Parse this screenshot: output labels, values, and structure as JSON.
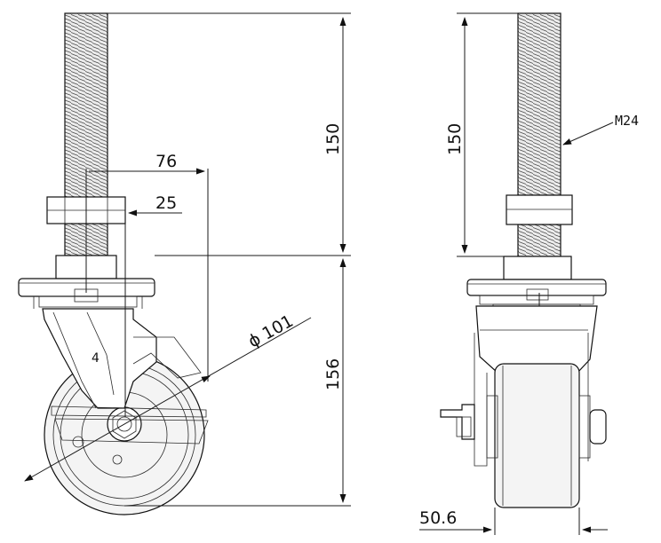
{
  "dimensions": {
    "stud_length": "150",
    "total_height": "156",
    "offset_outer": "76",
    "offset_inner": "25",
    "wheel_diameter": "101",
    "diameter_symbol": "ϕ",
    "side_stud_length": "150",
    "wheel_width": "50.6"
  },
  "labels": {
    "thread_size": "M24",
    "bracket_mark": "4"
  },
  "colors": {
    "line": "#1a1a1a",
    "thread_fill": "#e6e6e6",
    "wheel_fill": "#f2f2f2",
    "background": "#ffffff"
  }
}
